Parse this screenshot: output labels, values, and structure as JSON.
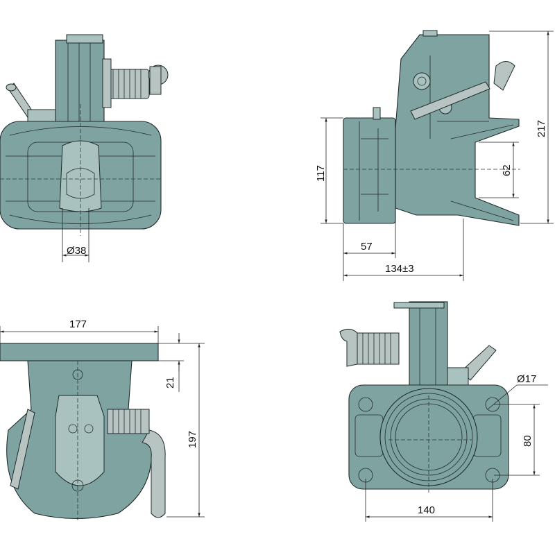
{
  "colors": {
    "body": "#7fa3a0",
    "accent_light": "#a9c2bf",
    "handle": "#b8c4c2",
    "line": "#1e2a2a"
  },
  "views": {
    "front": {
      "dim_pin_diameter": "Ø38"
    },
    "side": {
      "dim_plate_height": "117",
      "dim_plate_depth": "57",
      "dim_overall_length": "134±3",
      "dim_overall_height": "217",
      "dim_jaw_opening": "62"
    },
    "bottom": {
      "dim_plate_width": "177",
      "dim_plate_thickness": "21",
      "dim_height": "197"
    },
    "rear": {
      "dim_hole_diameter": "Ø17",
      "dim_hole_vertical_spacing": "80",
      "dim_hole_horizontal_spacing": "140"
    }
  }
}
